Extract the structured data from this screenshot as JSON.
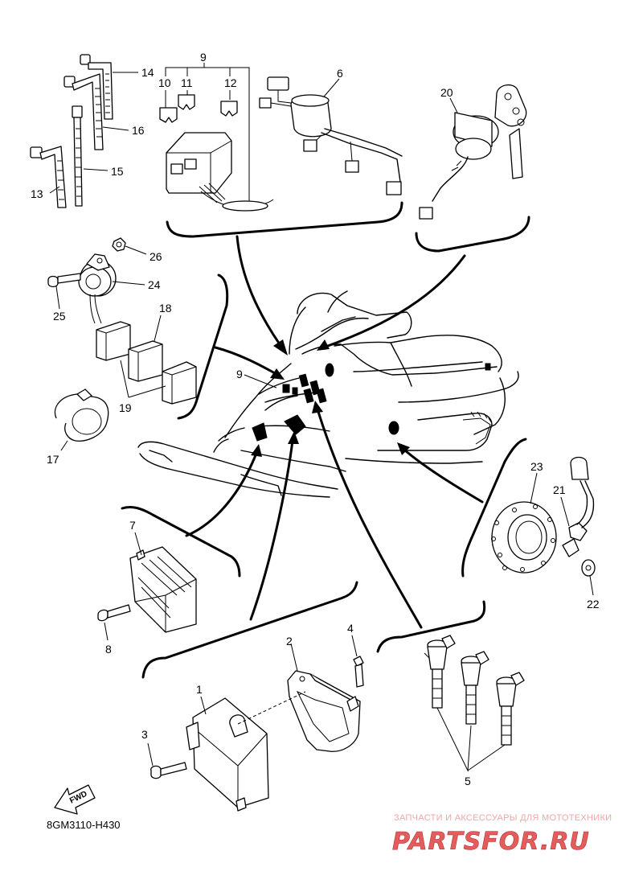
{
  "diagram": {
    "code": "8GM3110-H430",
    "fwd_label": "FWD",
    "callouts": {
      "c1": "1",
      "c2": "2",
      "c3": "3",
      "c4": "4",
      "c5": "5",
      "c6": "6",
      "c7": "7",
      "c8": "8",
      "c9": "9",
      "c9b": "9",
      "c10": "10",
      "c11": "11",
      "c12": "12",
      "c13": "13",
      "c14": "14",
      "c15": "15",
      "c16": "16",
      "c17": "17",
      "c18": "18",
      "c19": "19",
      "c20": "20",
      "c21": "21",
      "c22": "22",
      "c23": "23",
      "c24": "24",
      "c25": "25",
      "c26": "26"
    }
  },
  "watermark": {
    "tagline": "ЗАПЧАСТИ И АКСЕССУАРЫ ДЛЯ МОТОТЕХНИКИ",
    "logo": "PARTSFOR.RU"
  }
}
